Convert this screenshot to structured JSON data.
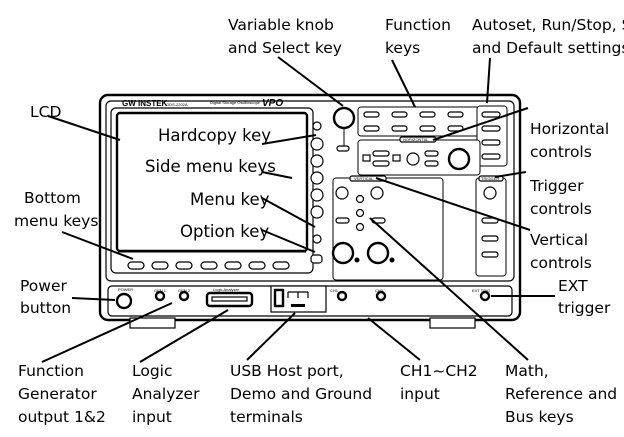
{
  "callouts": {
    "variable_knob": [
      "Variable knob",
      "and Select key"
    ],
    "function_keys": [
      "Function",
      "keys"
    ],
    "autoset": [
      "Autoset, Run/Stop, Single",
      "and Default settings"
    ],
    "lcd": "LCD",
    "horizontal": [
      "Horizontal",
      "controls"
    ],
    "hardcopy": "Hardcopy key",
    "side_menu": "Side menu keys",
    "trigger": [
      "Trigger",
      "controls"
    ],
    "bottom_menu": [
      "Bottom",
      "menu keys"
    ],
    "menu_key": "Menu key",
    "option_key": "Option key",
    "vertical": [
      "Vertical",
      "controls"
    ],
    "power": [
      "Power",
      "button"
    ],
    "ext_trigger": [
      "EXT",
      "trigger"
    ],
    "function_generator": [
      "Function",
      "Generator",
      "output 1&2"
    ],
    "logic_analyzer": [
      "Logic",
      "Analyzer",
      "input"
    ],
    "usb": [
      "USB Host port,",
      "Demo and Ground",
      "terminals"
    ],
    "ch_input": [
      "CH1~CH2",
      "input"
    ],
    "math": [
      "Math,",
      "Reference and",
      "Bus keys"
    ]
  },
  "panel": {
    "brand": "GW INSTEK",
    "model": "GDS-2202A",
    "description": "Digital Storage Oscilloscope",
    "power": "POWER",
    "gen1": "GEN 1",
    "gen2": "GEN 2",
    "logic_analyzer": "Logic Analyzer",
    "ch1": "CH1",
    "ch2": "CH2",
    "ext_trig": "EXT TRIG",
    "vertical": "VERTICAL",
    "horizontal": "HORIZONTAL",
    "trigger": "TRIGGER"
  }
}
